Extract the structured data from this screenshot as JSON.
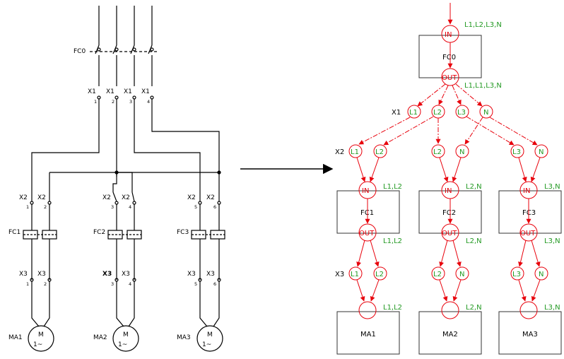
{
  "left": {
    "breaker": "FC0",
    "terminal_x1": "X1",
    "x1_nums": [
      "1",
      "2",
      "3",
      "4"
    ],
    "contactor_row_labels": [
      "FC1",
      "FC2",
      "FC3"
    ],
    "terminal_x2": "X2",
    "terminal_x3": "X3",
    "x2_nums": [
      "1",
      "2",
      "3",
      "4",
      "5",
      "6"
    ],
    "x3_nums": [
      "1",
      "2",
      "3",
      "4",
      "5",
      "6"
    ],
    "motors": [
      "MA1",
      "MA2",
      "MA3"
    ],
    "motor_symbol": "M",
    "motor_phase": "1~"
  },
  "right": {
    "top_label": "L1,L2,L3,N",
    "out_label": "L1,L1,L3,N",
    "fc0": "FC0",
    "in": "IN",
    "out": "OUT",
    "x1": "X1",
    "x2": "X2",
    "x3": "X3",
    "x1_nodes": [
      "L1",
      "L2",
      "L3",
      "N"
    ],
    "x2_nodes": [
      "L1",
      "L2",
      "L2",
      "N",
      "L3",
      "N"
    ],
    "x3_nodes": [
      "L1",
      "L2",
      "L2",
      "N",
      "L3",
      "N"
    ],
    "fc_boxes": [
      "FC1",
      "FC2",
      "FC3"
    ],
    "fc_labels": [
      "L1,L2",
      "L2,N",
      "L3,N"
    ],
    "ma_boxes": [
      "MA1",
      "MA2",
      "MA3"
    ]
  },
  "colors": {
    "red": "#e8000b",
    "green": "#229922",
    "black": "#000000"
  }
}
